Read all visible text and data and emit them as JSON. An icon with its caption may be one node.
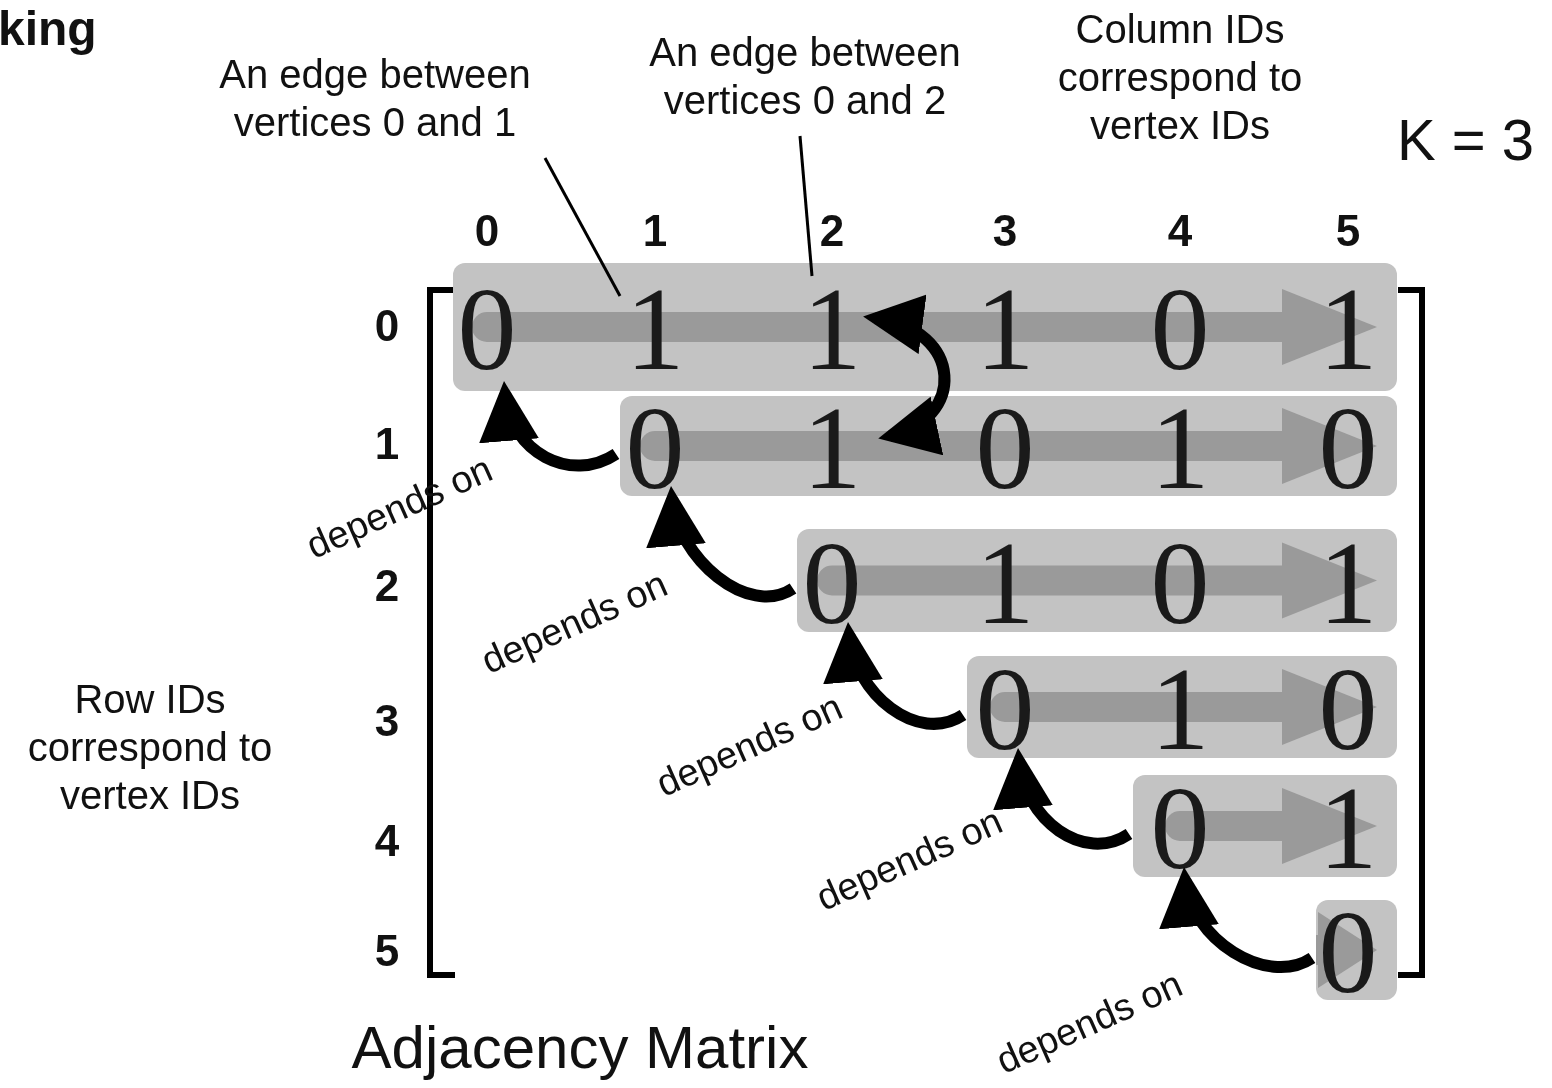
{
  "diagram": {
    "caption": "Adjacency Matrix",
    "nodes": [
      {
        "text": [
          "0",
          "1",
          "1",
          "1",
          "0",
          "1"
        ]
      },
      {
        "text": [
          "0",
          "1",
          "0",
          "1",
          "0"
        ]
      },
      {
        "text": [
          "0",
          "1",
          "0",
          "1"
        ]
      },
      {
        "text": [
          "0",
          "1",
          "0"
        ]
      },
      {
        "text": [
          "0",
          "1"
        ]
      },
      {
        "text": [
          "0"
        ]
      },
      {
        "text": [
          "An edge between vertices 0 and 1"
        ]
      },
      {
        "text": [
          "An edge between vertices 0 and 2"
        ]
      }
    ],
    "edges": [
      {
        "from": 6,
        "to": 0,
        "arrow": "none"
      },
      {
        "from": 7,
        "to": 0,
        "arrow": "none"
      },
      {
        "from": 0,
        "to": 1,
        "arrow": "both"
      },
      {
        "from": 1,
        "to": 0,
        "arrow": "to",
        "label": "depends on"
      },
      {
        "from": 2,
        "to": 1,
        "arrow": "to",
        "label": "depends on"
      },
      {
        "from": 3,
        "to": 2,
        "arrow": "to",
        "label": "depends on"
      },
      {
        "from": 4,
        "to": 3,
        "arrow": "to",
        "label": "depends on"
      },
      {
        "from": 5,
        "to": 4,
        "arrow": "to",
        "label": "depends on"
      }
    ],
    "labels": [
      "king",
      "Column IDs correspond to vertex IDs",
      "K = 3",
      "0",
      "1",
      "2",
      "3",
      "4",
      "5",
      "0",
      "1",
      "2",
      "3",
      "4",
      "5",
      "Row IDs correspond to vertex IDs"
    ]
  }
}
